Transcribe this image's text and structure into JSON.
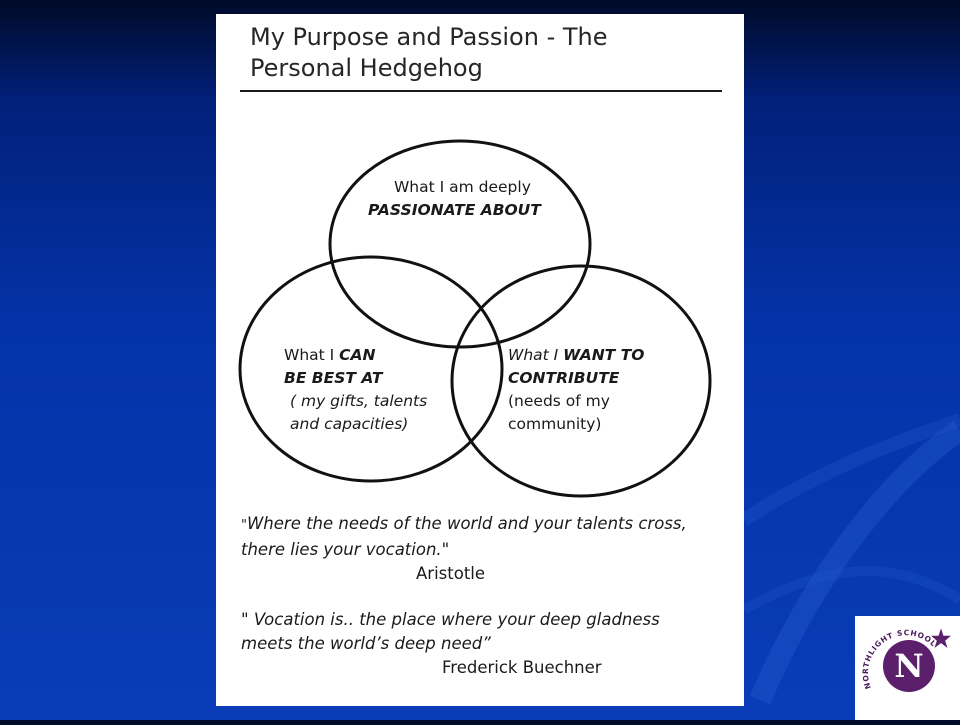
{
  "title": {
    "line1": "My Purpose and Passion - The",
    "line2": "Personal Hedgehog"
  },
  "venn": {
    "top": {
      "line1": "What I am deeply",
      "line2": "PASSIONATE ABOUT"
    },
    "left": {
      "line1_plain": "What I ",
      "line1_bold": "CAN",
      "line2": "BE  BEST AT",
      "line3": "( my gifts, talents",
      "line4": "and capacities)"
    },
    "right": {
      "line1_plain": "What I ",
      "line1_bold": "WANT TO",
      "line2": "CONTRIBUTE",
      "line3": "(needs of my",
      "line4": "community)"
    }
  },
  "quotes": [
    {
      "open": "\"",
      "line1": "Where the needs of the world and your talents cross,",
      "line2": "there lies your vocation.\"",
      "author": "Aristotle"
    },
    {
      "open": "\" ",
      "line1": "Vocation is.. the place where your deep gladness",
      "line2": "meets the world’s deep need”",
      "author": "Frederick Buechner"
    }
  ],
  "logo": {
    "ring_text": "NORTHLIGHT SCHOOL",
    "monogram": "N",
    "colors": {
      "circle": "#5b1f6b",
      "star": "#5b1f6b",
      "text": "#4a1a5c"
    }
  },
  "colors": {
    "background": "#0433a8",
    "page": "#ffffff",
    "ink": "#1a1a1a"
  }
}
